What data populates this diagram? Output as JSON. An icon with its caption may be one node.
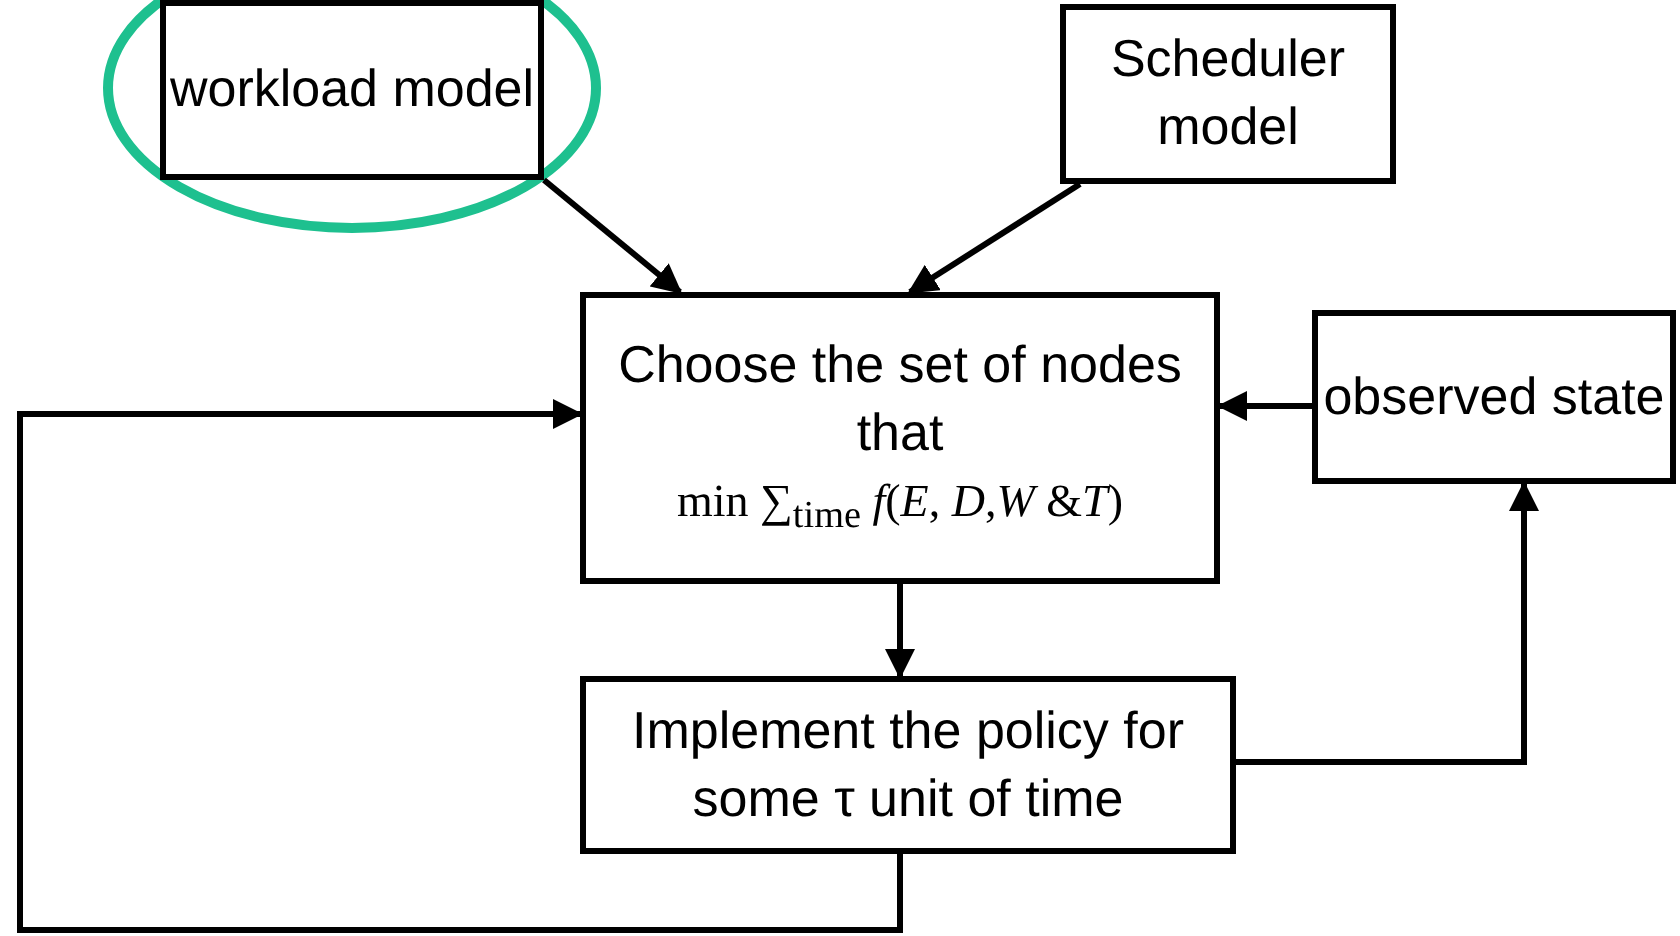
{
  "diagram": {
    "nodes": [
      {
        "text": [
          "workload model"
        ]
      },
      {
        "text": [
          "Scheduler model"
        ]
      },
      {
        "text": [
          "Choose the set of nodes that",
          "min ∑$_{time}$ *f*(*E*, *D*,*W* &*T*)"
        ]
      },
      {
        "text": [
          "observed state"
        ]
      },
      {
        "text": [
          "Implement the policy for some τ unit of time"
        ]
      }
    ],
    "edges": [
      {
        "from": 0,
        "to": 2,
        "arrow": "to"
      },
      {
        "from": 1,
        "to": 2,
        "arrow": "to"
      },
      {
        "from": 3,
        "to": 2,
        "arrow": "to"
      },
      {
        "from": 2,
        "to": 4,
        "arrow": "to"
      },
      {
        "from": 4,
        "to": 3,
        "arrow": "to"
      },
      {
        "from": 4,
        "to": 2,
        "arrow": "to"
      }
    ]
  }
}
